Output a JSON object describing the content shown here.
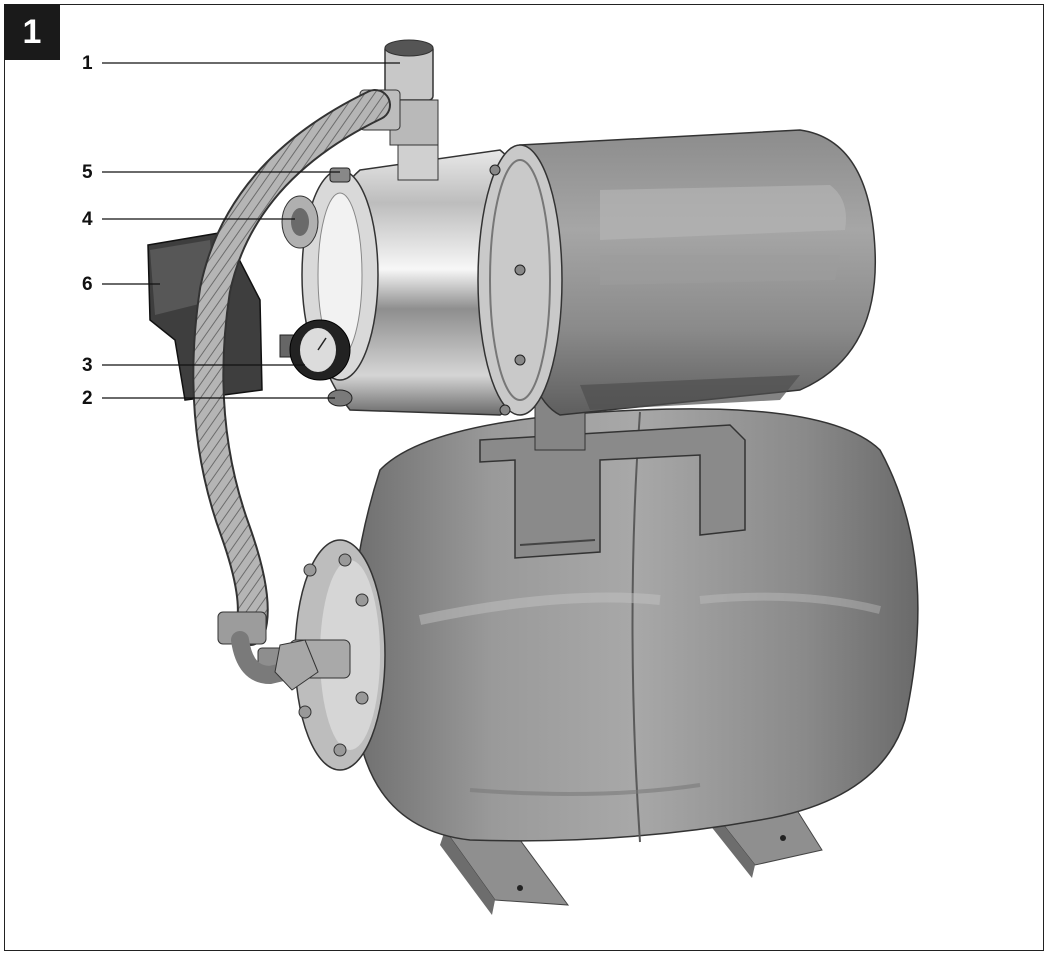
{
  "figure": {
    "number": "1"
  },
  "callouts": [
    {
      "id": "1"
    },
    {
      "id": "5"
    },
    {
      "id": "4"
    },
    {
      "id": "6"
    },
    {
      "id": "3"
    },
    {
      "id": "2"
    }
  ]
}
